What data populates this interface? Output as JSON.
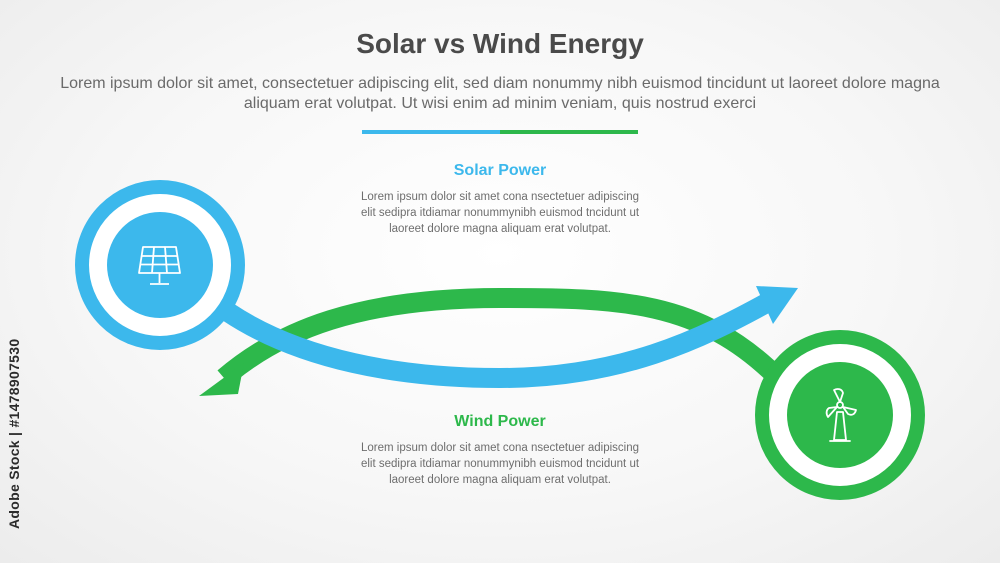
{
  "header": {
    "title": "Solar vs Wind Energy",
    "subtitle": "Lorem ipsum dolor sit amet, consectetuer adipiscing elit, sed diam nonummy nibh euismod tincidunt ut laoreet dolore magna aliquam erat volutpat. Ut wisi enim ad minim veniam, quis nostrud exerci"
  },
  "colors": {
    "solar": "#3cb8ec",
    "wind": "#2db84b",
    "text": "#6e6e6e"
  },
  "solar": {
    "title": "Solar Power",
    "text": "Lorem ipsum dolor sit amet cona nsectetuer adipiscing elit sedipra itdiamar nonummynibh euismod tncidunt ut laoreet dolore magna aliquam erat volutpat.",
    "icon": "solar-panel-icon"
  },
  "wind": {
    "title": "Wind Power",
    "text": "Lorem ipsum dolor sit amet cona nsectetuer adipiscing elit sedipra itdiamar nonummynibh euismod tncidunt ut laoreet dolore magna aliquam erat volutpat.",
    "icon": "wind-turbine-icon"
  },
  "watermark": "Adobe Stock | #1478907530"
}
